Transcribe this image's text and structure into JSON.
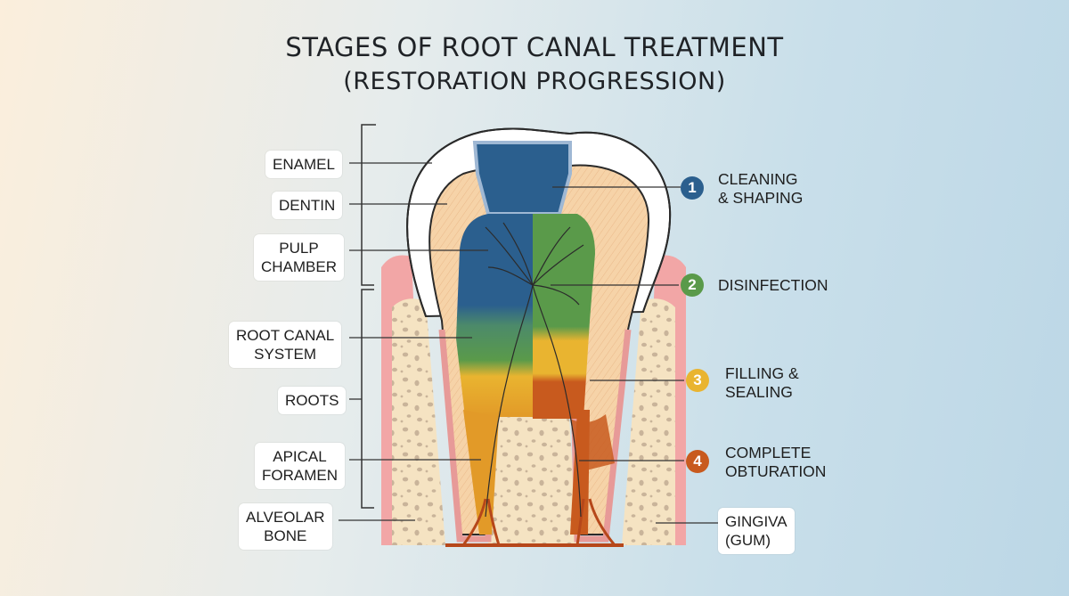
{
  "title": {
    "line1": "STAGES OF ROOT CANAL TREATMENT",
    "line2": "(RESTORATION PROGRESSION)"
  },
  "labels": {
    "enamel": "ENAMEL",
    "dentin": "DENTIN",
    "pulp_chamber_1": "PULP",
    "pulp_chamber_2": "CHAMBER",
    "root_canal_1": "ROOT CANAL",
    "root_canal_2": "SYSTEM",
    "roots": "ROOTS",
    "apical_1": "APICAL",
    "apical_2": "FORAMEN",
    "alveolar_1": "ALVEOLAR",
    "alveolar_2": "BONE",
    "gingiva_1": "GINGIVA",
    "gingiva_2": "(GUM)"
  },
  "stages": [
    {
      "number": "1",
      "line1": "CLEANING",
      "line2": "& SHAPING",
      "color": "#2b5f8e"
    },
    {
      "number": "2",
      "line1": "DISINFECTION",
      "line2": "",
      "color": "#5a9a4a"
    },
    {
      "number": "3",
      "line1": "FILLING &",
      "line2": "SEALING",
      "color": "#e9b430"
    },
    {
      "number": "4",
      "line1": "COMPLETE",
      "line2": "OBTURATION",
      "color": "#c85a1e"
    }
  ],
  "colors": {
    "enamel": "#ffffff",
    "dentin": "#f6d3a8",
    "gum": "#f0a0a0",
    "bone": "#f5e3c2",
    "stage1": "#2b5f8e",
    "stage2": "#5a9a4a",
    "stage3": "#e9b430",
    "stage4": "#c85a1e"
  }
}
